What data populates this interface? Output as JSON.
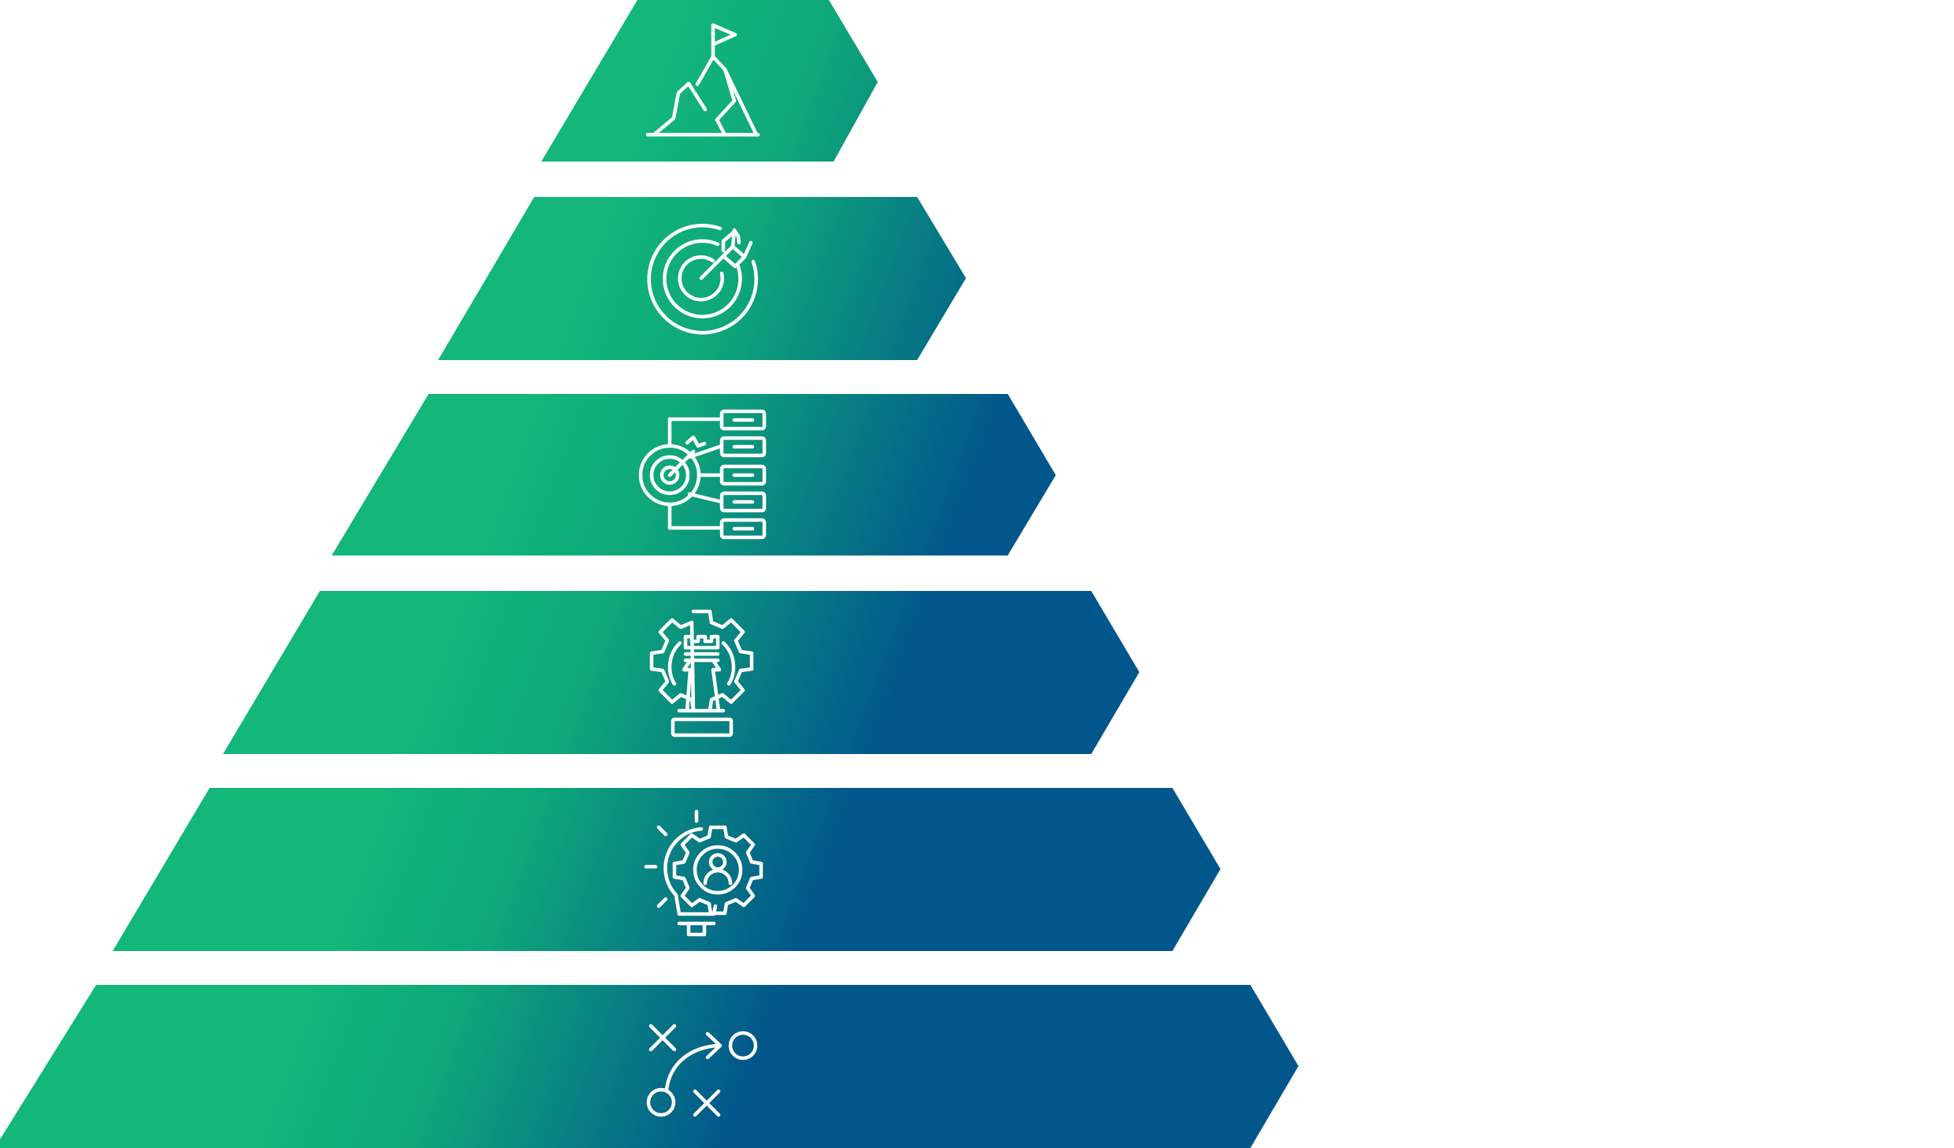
{
  "colors": {
    "gradient_start": "#12b779",
    "gradient_mid": "#0ea67a",
    "gradient_end": "#01578c",
    "icon_stroke": "#ffffff",
    "background": "#ffffff"
  },
  "tiers": [
    {
      "name": "tier-1",
      "icon": "mountain-flag-icon"
    },
    {
      "name": "tier-2",
      "icon": "target-arrow-icon"
    },
    {
      "name": "tier-3",
      "icon": "target-flowchart-icon"
    },
    {
      "name": "tier-4",
      "icon": "gear-chess-rook-icon"
    },
    {
      "name": "tier-5",
      "icon": "lightbulb-gear-person-icon"
    },
    {
      "name": "tier-6",
      "icon": "strategy-play-icon"
    }
  ]
}
